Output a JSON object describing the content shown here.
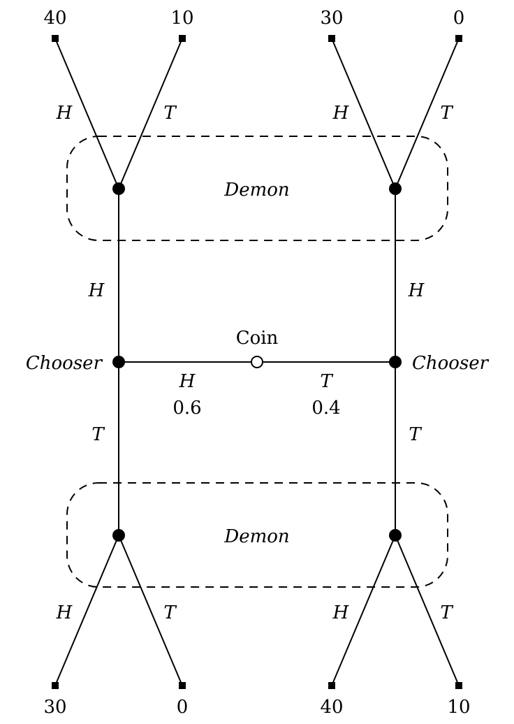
{
  "diagram": {
    "title": "",
    "players": {
      "chance": "Coin",
      "chooser": "Chooser",
      "demon": "Demon"
    },
    "chance_node": {
      "label": "Coin",
      "branches": [
        {
          "move": "H",
          "probability": "0.6",
          "to": "chooser-left"
        },
        {
          "move": "T",
          "probability": "0.4",
          "to": "chooser-right"
        }
      ]
    },
    "chooser_nodes": [
      {
        "id": "chooser-left",
        "label": "Chooser",
        "up_move": "H",
        "down_move": "T"
      },
      {
        "id": "chooser-right",
        "label": "Chooser",
        "up_move": "H",
        "down_move": "T"
      }
    ],
    "info_sets": [
      {
        "id": "demon-top",
        "label": "Demon"
      },
      {
        "id": "demon-bottom",
        "label": "Demon"
      }
    ],
    "demon_nodes": [
      {
        "id": "demon-top-left",
        "branches": [
          {
            "move": "H",
            "payoff": "40"
          },
          {
            "move": "T",
            "payoff": "10"
          }
        ]
      },
      {
        "id": "demon-top-right",
        "branches": [
          {
            "move": "H",
            "payoff": "30"
          },
          {
            "move": "T",
            "payoff": "0"
          }
        ]
      },
      {
        "id": "demon-bottom-left",
        "branches": [
          {
            "move": "H",
            "payoff": "30"
          },
          {
            "move": "T",
            "payoff": "0"
          }
        ]
      },
      {
        "id": "demon-bottom-right",
        "branches": [
          {
            "move": "H",
            "payoff": "40"
          },
          {
            "move": "T",
            "payoff": "10"
          }
        ]
      }
    ]
  }
}
